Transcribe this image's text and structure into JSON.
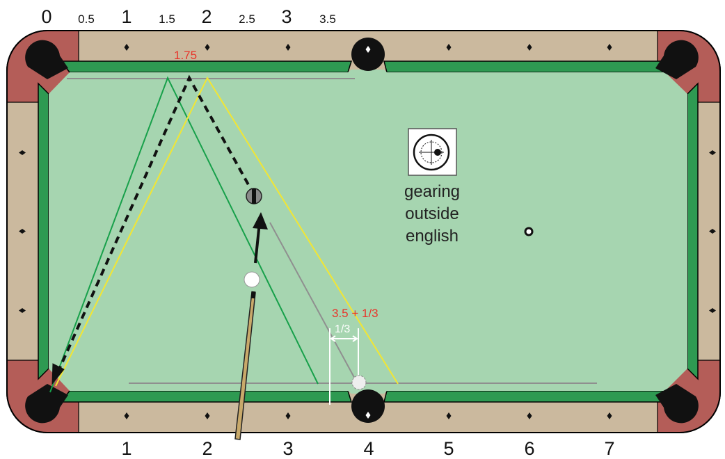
{
  "top_scale": [
    {
      "text": "0",
      "big": true
    },
    {
      "text": "0.5",
      "big": false
    },
    {
      "text": "1",
      "big": true
    },
    {
      "text": "1.5",
      "big": false
    },
    {
      "text": "2",
      "big": true
    },
    {
      "text": "2.5",
      "big": false
    },
    {
      "text": "3",
      "big": true
    },
    {
      "text": "3.5",
      "big": false
    }
  ],
  "bottom_scale": [
    "1",
    "2",
    "3",
    "4",
    "5",
    "6",
    "7"
  ],
  "annotations": {
    "top_target": "1.75",
    "bottom_target": "3.5 + 1/3",
    "offset": "1/3"
  },
  "english_caption": {
    "line1": "gearing",
    "line2": "outside",
    "line3": "english"
  },
  "colors": {
    "felt": "#a6d5b0",
    "cushion": "#2e9a52",
    "rail": "#cbb99e",
    "corner": "#b45d58",
    "green_path": "#17a04a",
    "yellow_path": "#f2e633",
    "gray_line": "#8f8f8f",
    "cue_stick": "#c8a96a"
  }
}
